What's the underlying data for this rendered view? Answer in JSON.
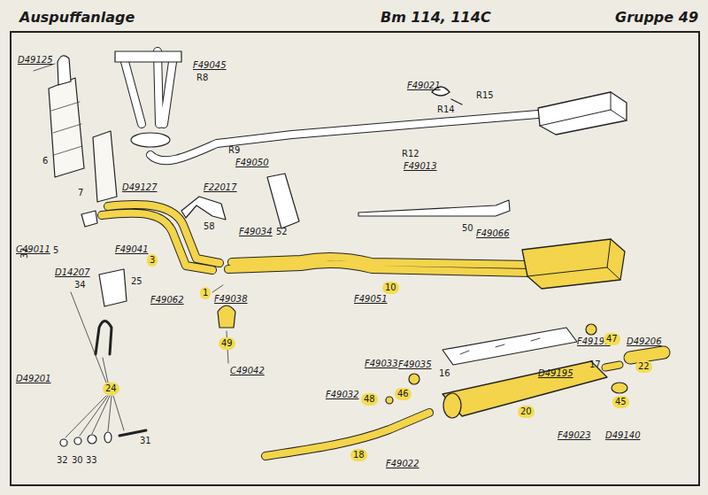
{
  "diagram": {
    "title": "Auspuffanlage",
    "labels": [
      "Bm 114, 114C",
      "Gruppe 49",
      "D49125",
      "6",
      "F49045",
      "R8",
      "7",
      "D49127",
      "R9",
      "F49050",
      "F22017",
      "58",
      "F49034",
      "52",
      "F49021",
      "R15",
      "R14",
      "R12",
      "F49013",
      "50",
      "F49066",
      "C49011",
      "5",
      "F49041",
      "3",
      "D14207",
      "34",
      "25",
      "F49062",
      "1",
      "F49038",
      "10",
      "F49051",
      "49",
      "C49042",
      "F49191",
      "47",
      "D49206",
      "F49035",
      "16",
      "D49195",
      "17",
      "22",
      "D49201",
      "24",
      "F49033",
      "46",
      "F49032",
      "48",
      "20",
      "45",
      "F49023",
      "D49140",
      "32",
      "30",
      "33",
      "31",
      "18",
      "F49022",
      "32"
    ]
  }
}
